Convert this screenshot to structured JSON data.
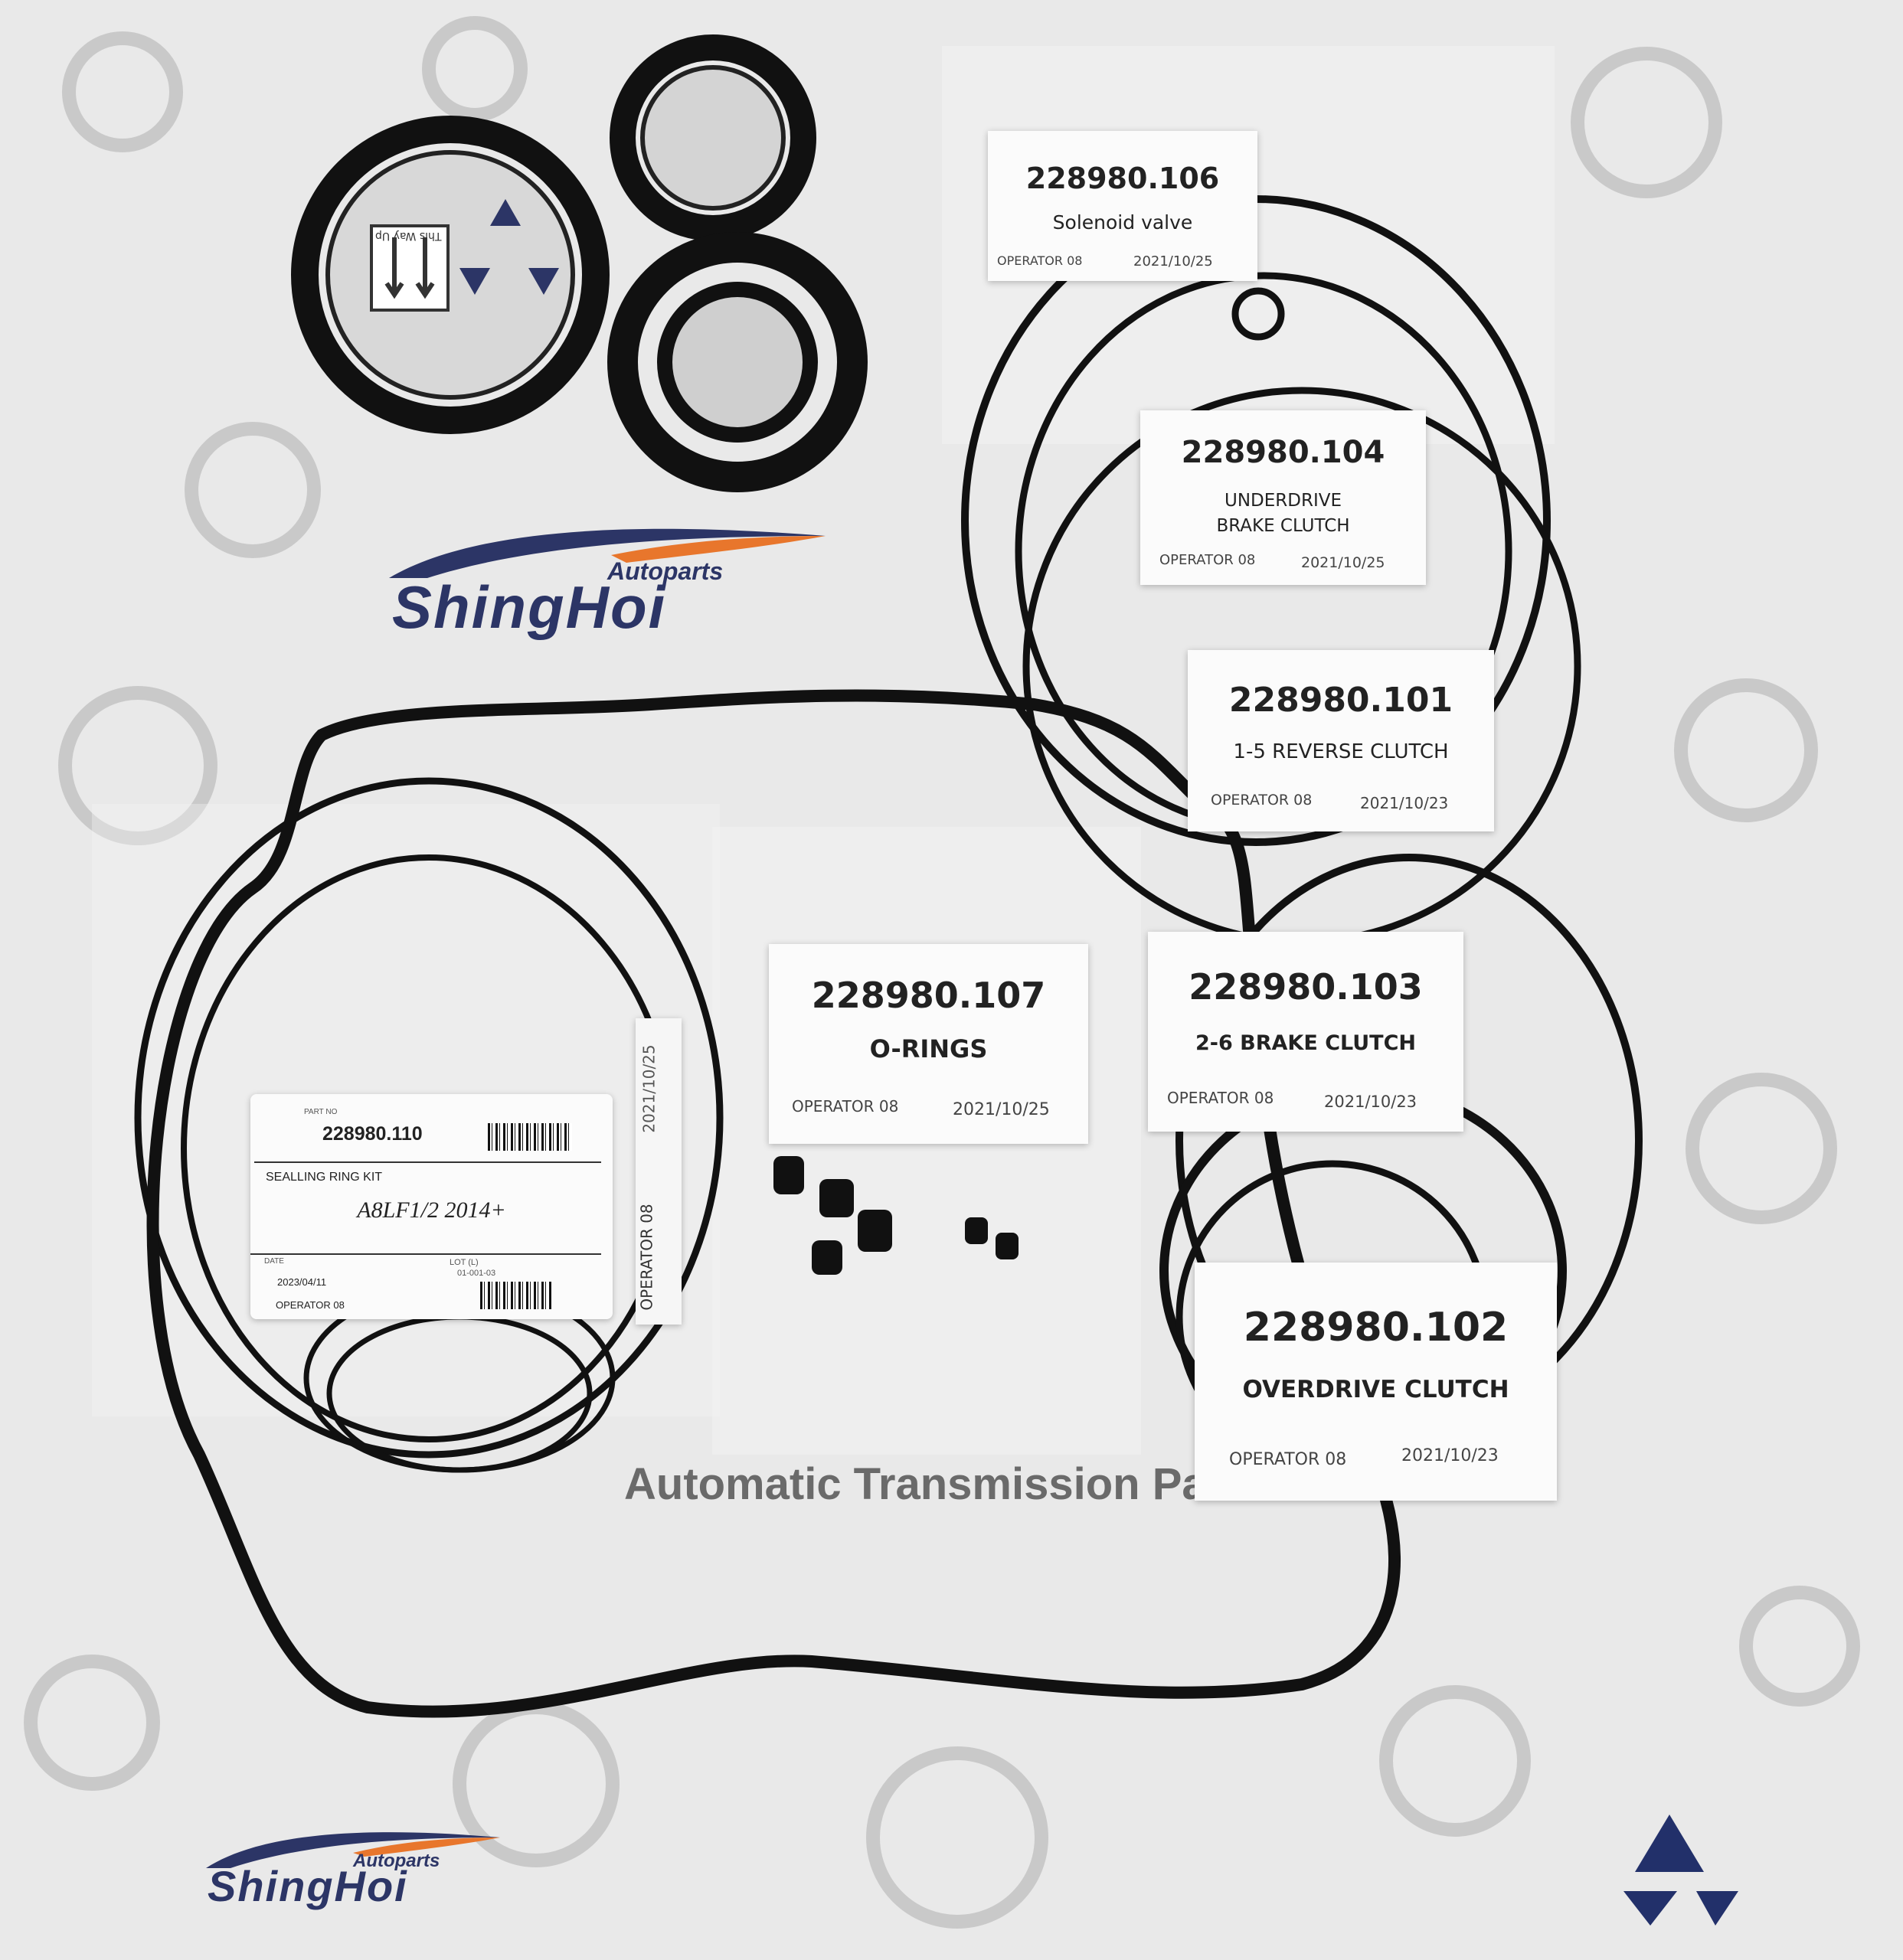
{
  "brand": {
    "name": "ShingHoi",
    "tagline": "Autoparts",
    "accent": "#e8762c",
    "primary": "#2c3566"
  },
  "background_text": "Automatic Transmission Pa",
  "labels": {
    "l106": {
      "part_no": "228980.106",
      "desc": "Solenoid valve",
      "operator": "OPERATOR  08",
      "date": "2021/10/25"
    },
    "l104": {
      "part_no": "228980.104",
      "desc": "UNDERDRIVE",
      "desc2": "BRAKE CLUTCH",
      "operator": "OPERATOR  08",
      "date": "2021/10/25"
    },
    "l101": {
      "part_no": "228980.101",
      "desc": "1-5 REVERSE CLUTCH",
      "operator": "OPERATOR  08",
      "date": "2021/10/23"
    },
    "l107": {
      "part_no": "228980.107",
      "desc": "O-RINGS",
      "operator": "OPERATOR  08",
      "date": "2021/10/25"
    },
    "l103": {
      "part_no": "228980.103",
      "desc": "2-6 BRAKE CLUTCH",
      "operator": "OPERATOR  08",
      "date": "2021/10/23"
    },
    "l102": {
      "part_no": "228980.102",
      "desc": "OVERDRIVE CLUTCH",
      "operator": "OPERATOR  08",
      "date": "2021/10/23"
    },
    "l110": {
      "part_no_label": "PART NO",
      "part_no": "228980.110",
      "desc": "SEALLING RING KIT",
      "model": "A8LF1/2 2014+",
      "date_label": "DATE",
      "date": "2023/04/11",
      "lot_label": "LOT (L)",
      "lot": "01-001-03",
      "operator": "OPERATOR  08"
    },
    "side": {
      "operator": "OPERATOR  08",
      "date": "2021/10/25"
    }
  },
  "box_print": {
    "this_way_up": "This Way Up"
  },
  "icons": [
    "recycle-icon",
    "this-way-up-icon"
  ]
}
